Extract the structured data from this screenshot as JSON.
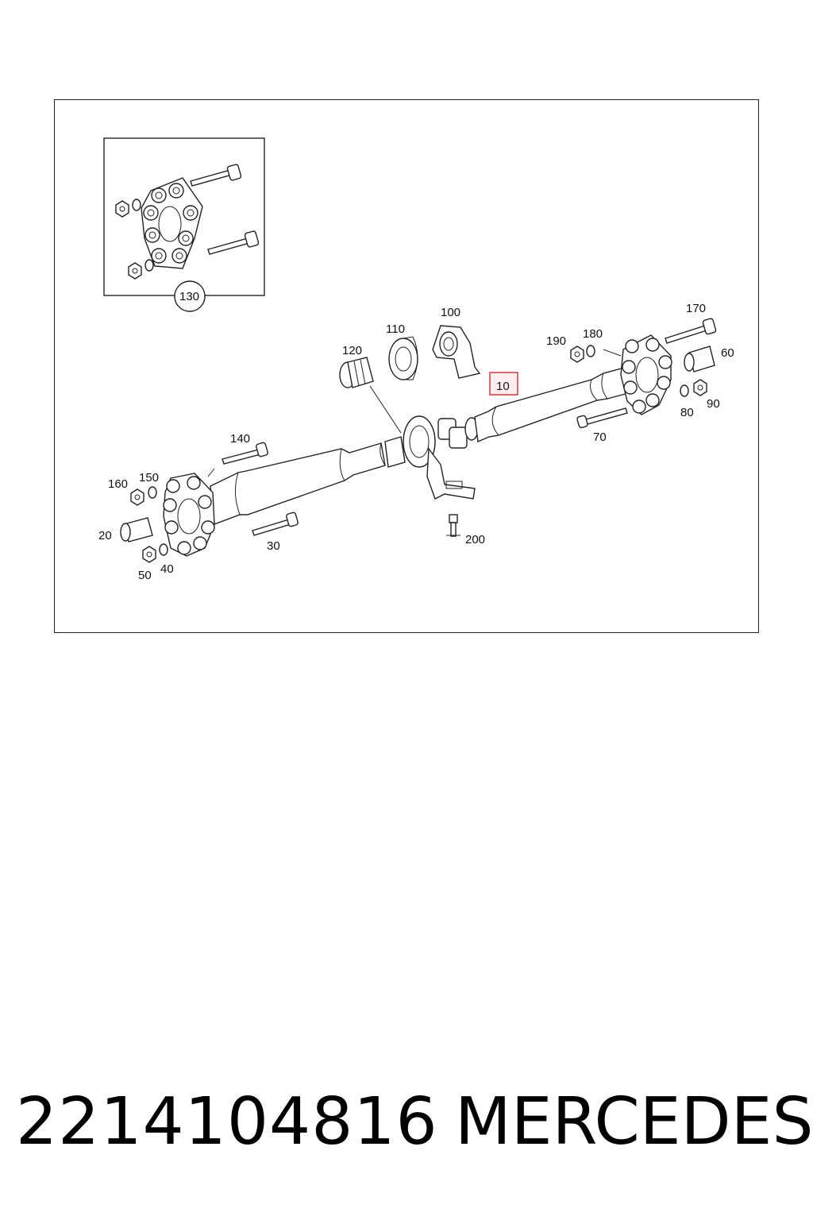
{
  "diagram": {
    "callouts": {
      "c10": "10",
      "c20": "20",
      "c30": "30",
      "c40": "40",
      "c50": "50",
      "c60": "60",
      "c70": "70",
      "c80": "80",
      "c90": "90",
      "c100": "100",
      "c110": "110",
      "c120": "120",
      "c130": "130",
      "c140": "140",
      "c150": "150",
      "c160": "160",
      "c170": "170",
      "c180": "180",
      "c190": "190",
      "c200": "200"
    },
    "highlight_color": "#e0353b"
  },
  "footer": {
    "part_number": "2214104816",
    "brand": "MERCEDES"
  }
}
